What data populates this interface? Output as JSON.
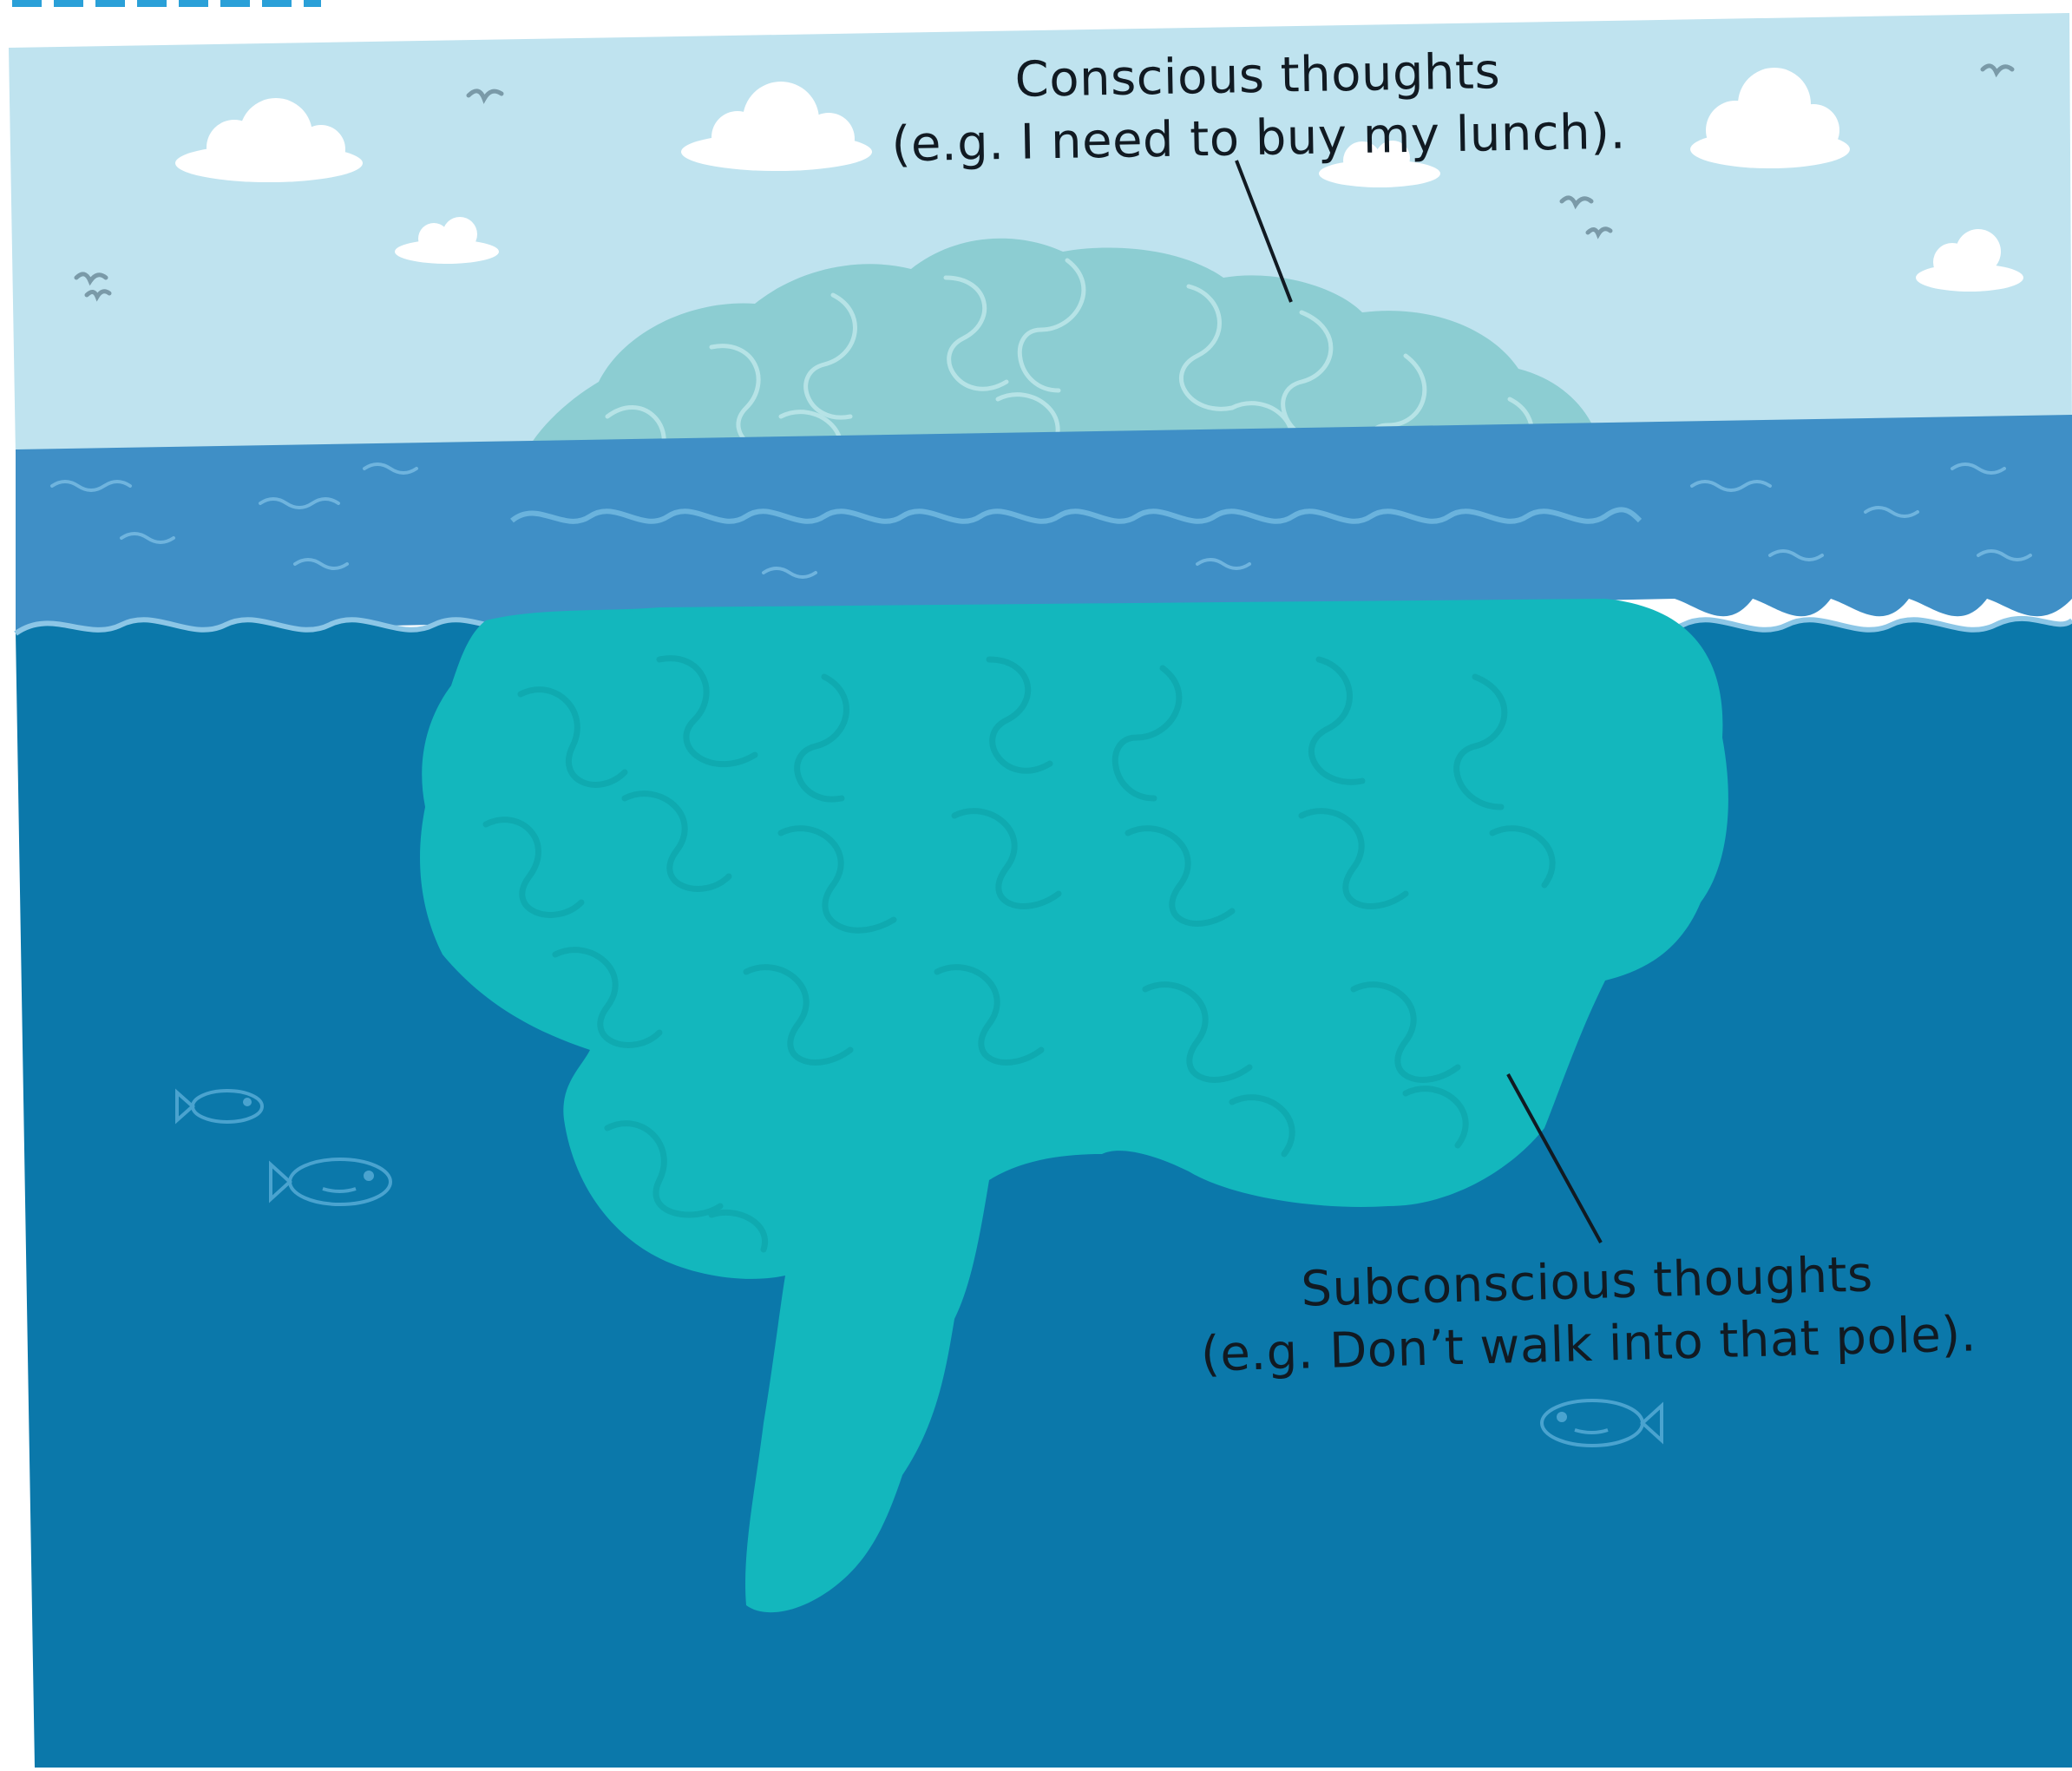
{
  "diagram": {
    "labels": {
      "conscious": {
        "line1": "Conscious thoughts",
        "line2": "(e.g. I need to buy my lunch)."
      },
      "subconscious": {
        "line1": "Subconscious thoughts",
        "line2": "(e.g. Don’t walk into that pole)."
      }
    },
    "colors": {
      "sky": "#bfe3ef",
      "surface_water": "#3f8fc6",
      "deep_water": "#0b78aa",
      "brain_above": "#8ccdd2",
      "brain_below": "#13b7bd",
      "header_dashes": "#2aa0d8"
    }
  }
}
